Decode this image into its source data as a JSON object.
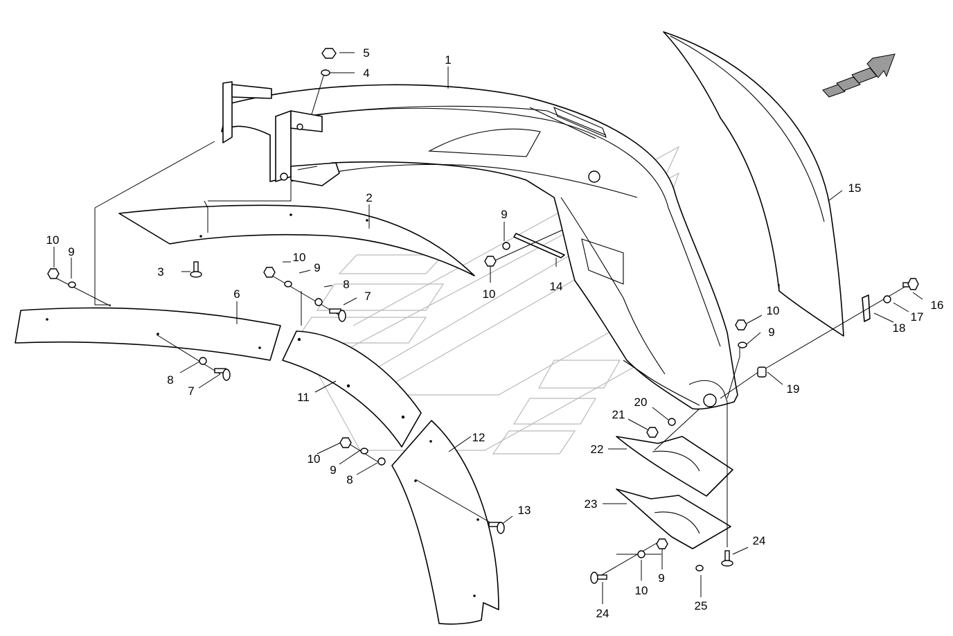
{
  "callouts": [
    {
      "id": "c1",
      "text": "1"
    },
    {
      "id": "c2",
      "text": "2"
    },
    {
      "id": "c3",
      "text": "3"
    },
    {
      "id": "c4",
      "text": "4"
    },
    {
      "id": "c5",
      "text": "5"
    },
    {
      "id": "c6",
      "text": "6"
    },
    {
      "id": "c7a",
      "text": "7"
    },
    {
      "id": "c7b",
      "text": "7"
    },
    {
      "id": "c8a",
      "text": "8"
    },
    {
      "id": "c8b",
      "text": "8"
    },
    {
      "id": "c8c",
      "text": "8"
    },
    {
      "id": "c9a",
      "text": "9"
    },
    {
      "id": "c9b",
      "text": "9"
    },
    {
      "id": "c9c",
      "text": "9"
    },
    {
      "id": "c9d",
      "text": "9"
    },
    {
      "id": "c9e",
      "text": "9"
    },
    {
      "id": "c9f",
      "text": "9"
    },
    {
      "id": "c10a",
      "text": "10"
    },
    {
      "id": "c10b",
      "text": "10"
    },
    {
      "id": "c10c",
      "text": "10"
    },
    {
      "id": "c10d",
      "text": "10"
    },
    {
      "id": "c10e",
      "text": "10"
    },
    {
      "id": "c10f",
      "text": "10"
    },
    {
      "id": "c11",
      "text": "11"
    },
    {
      "id": "c12",
      "text": "12"
    },
    {
      "id": "c13",
      "text": "13"
    },
    {
      "id": "c14",
      "text": "14"
    },
    {
      "id": "c15",
      "text": "15"
    },
    {
      "id": "c16",
      "text": "16"
    },
    {
      "id": "c17",
      "text": "17"
    },
    {
      "id": "c18",
      "text": "18"
    },
    {
      "id": "c19",
      "text": "19"
    },
    {
      "id": "c20",
      "text": "20"
    },
    {
      "id": "c21",
      "text": "21"
    },
    {
      "id": "c22",
      "text": "22"
    },
    {
      "id": "c23",
      "text": "23"
    },
    {
      "id": "c24a",
      "text": "24"
    },
    {
      "id": "c24b",
      "text": "24"
    },
    {
      "id": "c25",
      "text": "25"
    }
  ],
  "direction_arrow": {
    "icon": "direction-arrow-icon",
    "fill_color": "#9a9a9a"
  },
  "watermark_color": "#b9b9b9"
}
